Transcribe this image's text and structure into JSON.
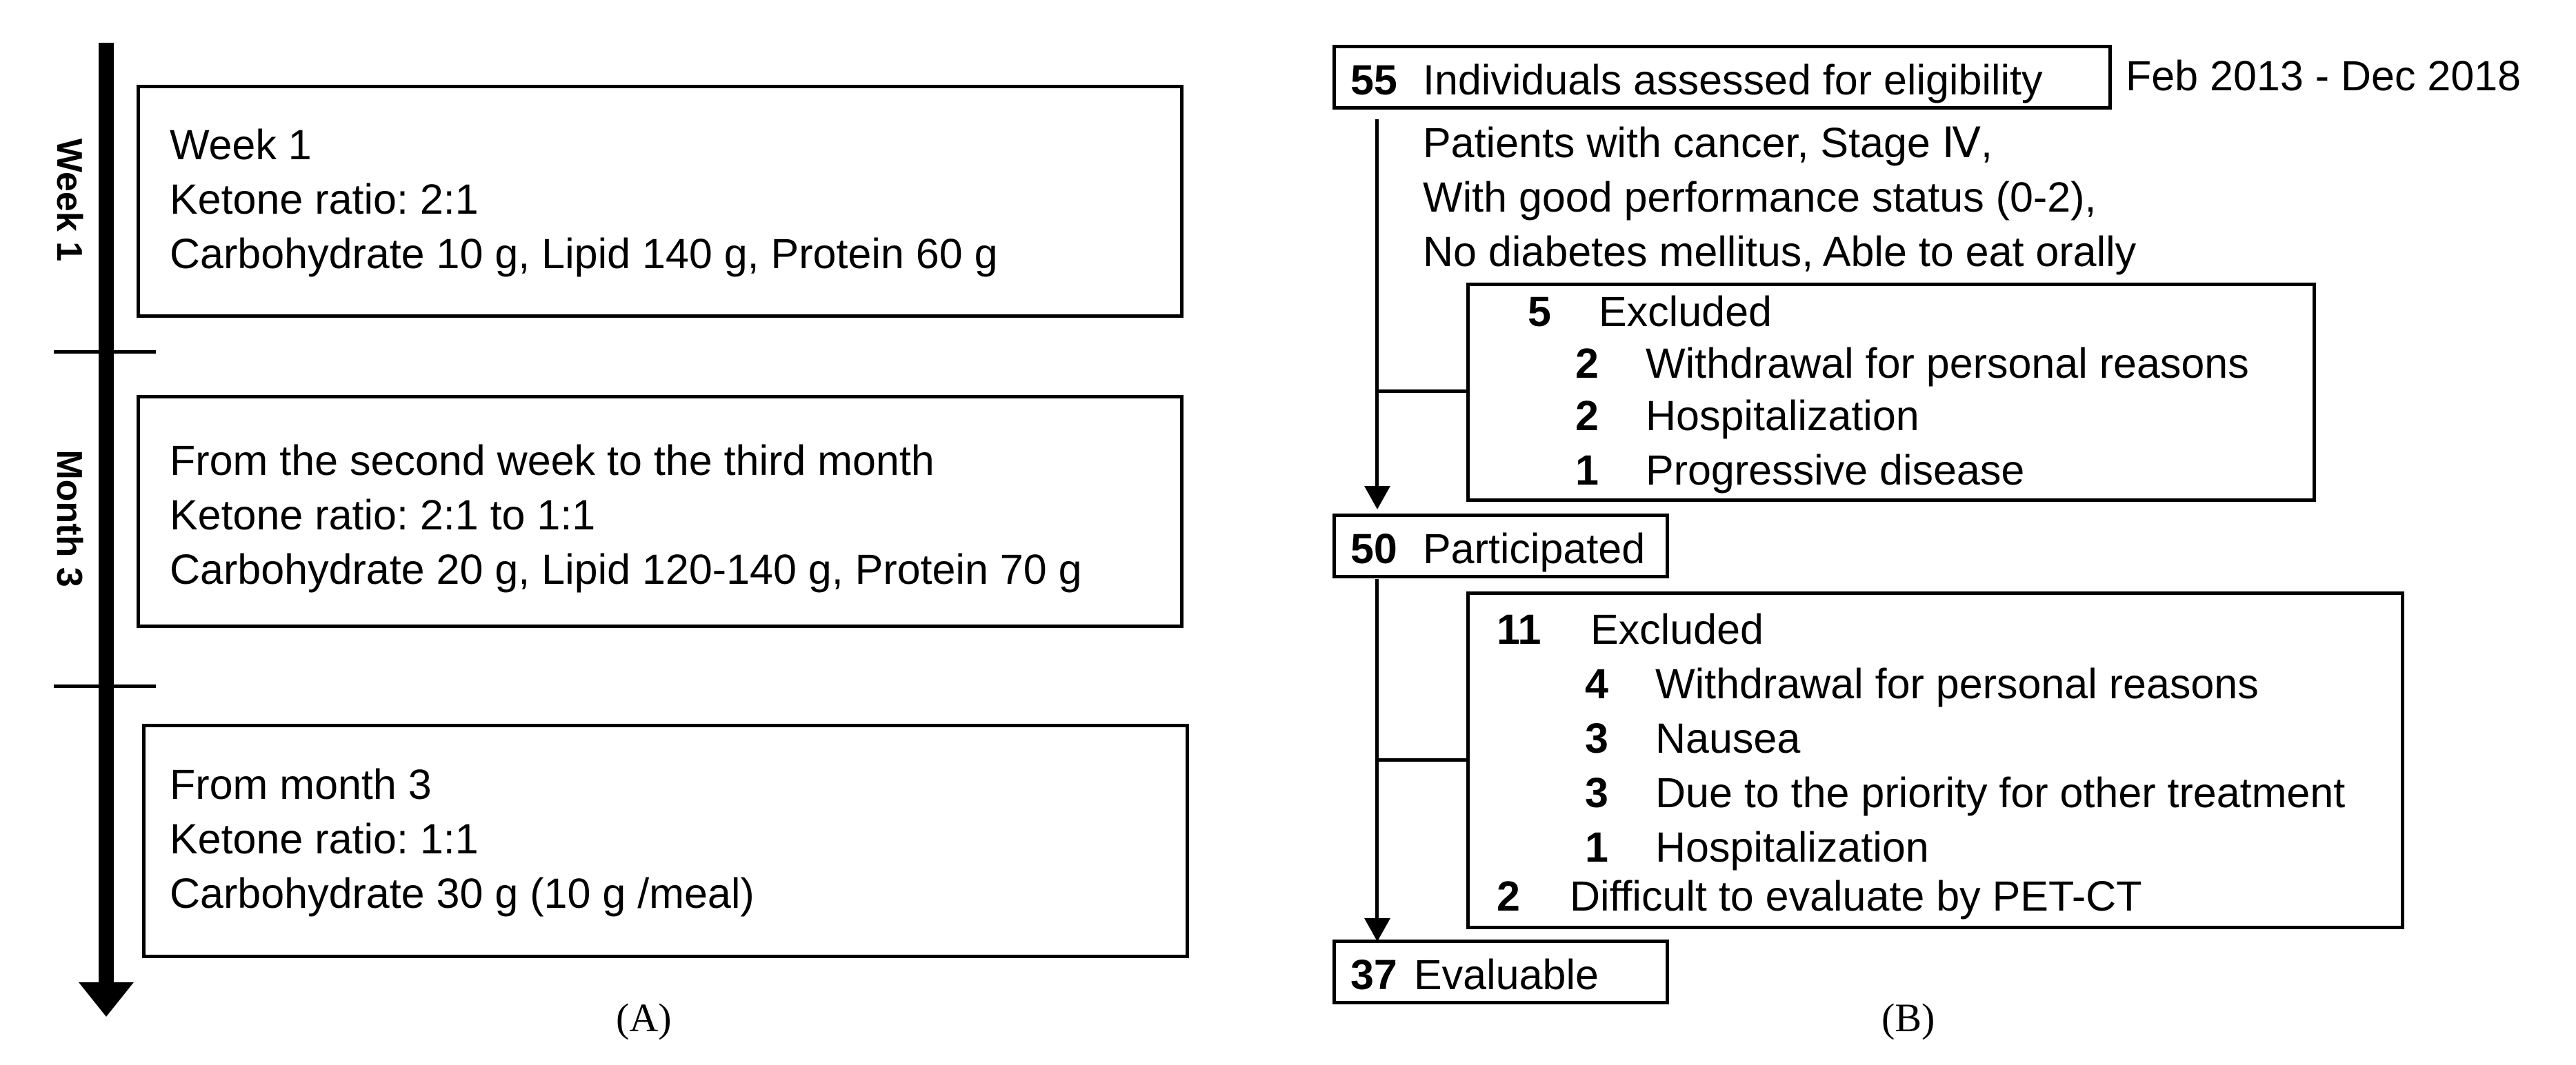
{
  "panel_a": {
    "label": "(A)",
    "axis_labels": [
      "Week 1",
      "Month 3"
    ],
    "stages": [
      {
        "lines": [
          "Week 1",
          "Ketone ratio: 2:1",
          "Carbohydrate 10 g, Lipid 140 g, Protein 60 g"
        ]
      },
      {
        "lines": [
          "From the second week to the third month",
          "Ketone ratio: 2:1 to 1:1",
          "Carbohydrate 20 g, Lipid 120-140 g, Protein 70 g"
        ]
      },
      {
        "lines": [
          "From month 3",
          "Ketone ratio: 1:1",
          "Carbohydrate 30 g (10 g /meal)"
        ]
      }
    ]
  },
  "panel_b": {
    "label": "(B)",
    "period": "Feb 2013 - Dec 2018",
    "assessed": {
      "count": "55",
      "label": "Individuals assessed for eligibility"
    },
    "criteria": [
      "Patients with cancer, Stage Ⅳ,",
      "With good performance status (0-2),",
      "No diabetes mellitus, Able to eat orally"
    ],
    "excluded1": {
      "count": "5",
      "label": "Excluded",
      "items": [
        {
          "count": "2",
          "label": "Withdrawal for personal reasons"
        },
        {
          "count": "2",
          "label": "Hospitalization"
        },
        {
          "count": "1",
          "label": "Progressive disease"
        }
      ]
    },
    "participated": {
      "count": "50",
      "label": "Participated"
    },
    "excluded2": {
      "count": "11",
      "label": "Excluded",
      "items": [
        {
          "count": "4",
          "label": "Withdrawal for personal reasons"
        },
        {
          "count": "3",
          "label": "Nausea"
        },
        {
          "count": "3",
          "label": "Due to the priority for other treatment"
        },
        {
          "count": "1",
          "label": "Hospitalization"
        }
      ],
      "extra": {
        "count": "2",
        "label": "Difficult to evaluate by PET-CT"
      }
    },
    "evaluable": {
      "count": "37",
      "label": "Evaluable"
    }
  }
}
